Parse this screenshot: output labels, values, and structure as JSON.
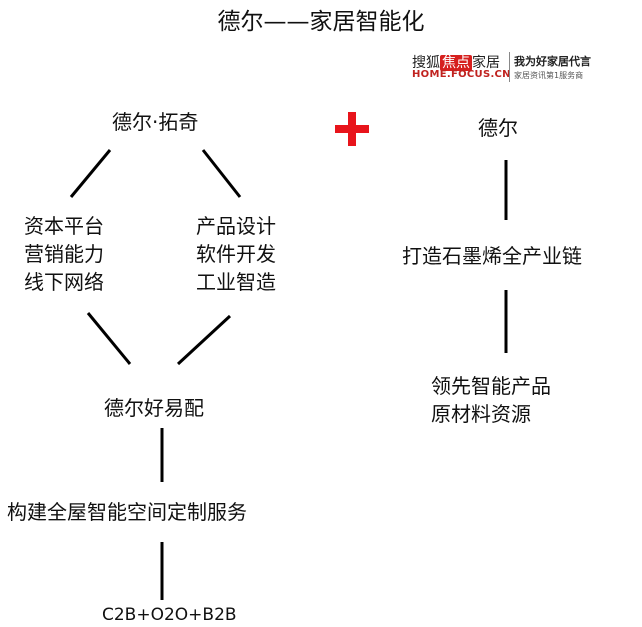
{
  "title": "德尔——家居智能化",
  "logo": {
    "brand_line": "搜狐",
    "brand_mark": "焦点",
    "brand_tail": "家居",
    "domain": "HOME.FOCUS.CN",
    "slogan": "我为好家居代言",
    "tagline": "家居资讯第1服务商"
  },
  "left": {
    "top_node": "德尔·拓奇",
    "left_branch": [
      "资本平台",
      "营销能力",
      "线下网络"
    ],
    "right_branch": [
      "产品设计",
      "软件开发",
      "工业智造"
    ],
    "merge_node": "德尔好易配",
    "service_node": "构建全屋智能空间定制服务",
    "bottom_node": "C2B+O2O+B2B"
  },
  "right": {
    "top_node": "德尔",
    "middle_node": "打造石墨烯全产业链",
    "bottom_node": [
      "领先智能产品",
      "原材料资源"
    ]
  },
  "colors": {
    "plus": "#e8141b",
    "line": "#000000",
    "logo_red": "#d6201e"
  }
}
